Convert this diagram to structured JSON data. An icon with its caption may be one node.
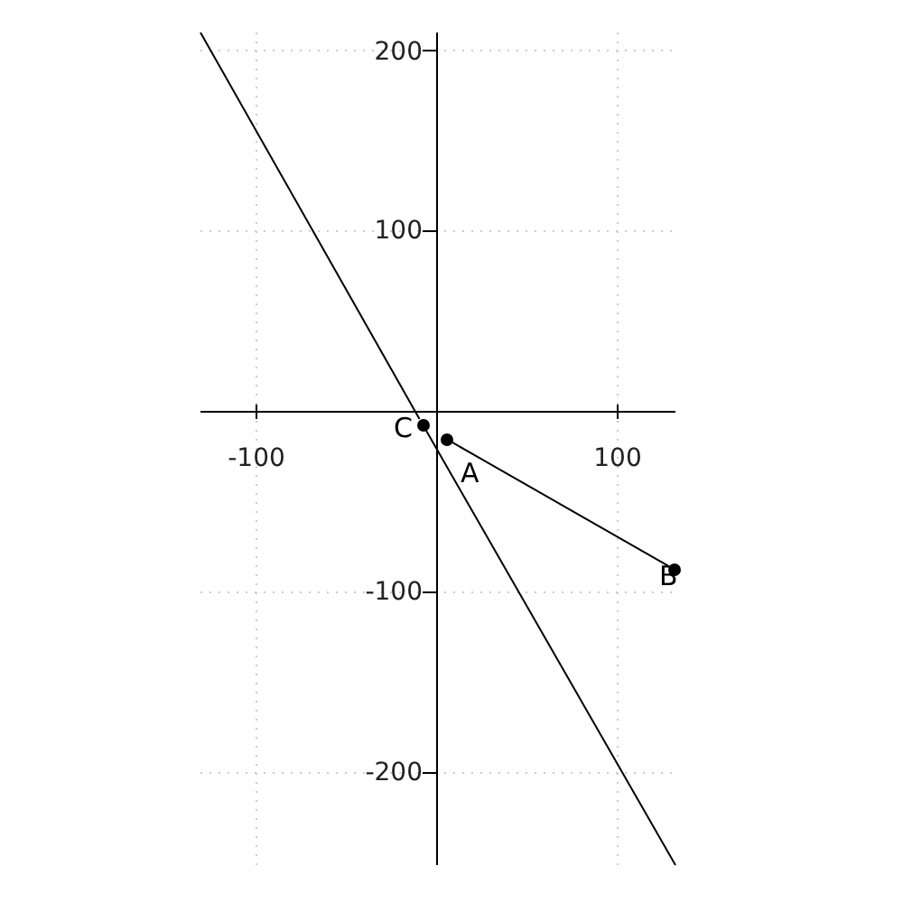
{
  "diagram": {
    "nodes": [
      {
        "text": [
          "A"
        ]
      },
      {
        "text": [
          "B"
        ]
      },
      {
        "text": [
          "C"
        ]
      }
    ],
    "edges": [
      {
        "from": 0,
        "to": 1,
        "arrow": "none"
      },
      {
        "from": 2,
        "to": null,
        "arrow": "none"
      },
      {
        "from": 2,
        "to": null,
        "arrow": "none"
      }
    ],
    "labels": [
      "200",
      "100",
      "-100",
      "100",
      "-100",
      "-200"
    ]
  }
}
